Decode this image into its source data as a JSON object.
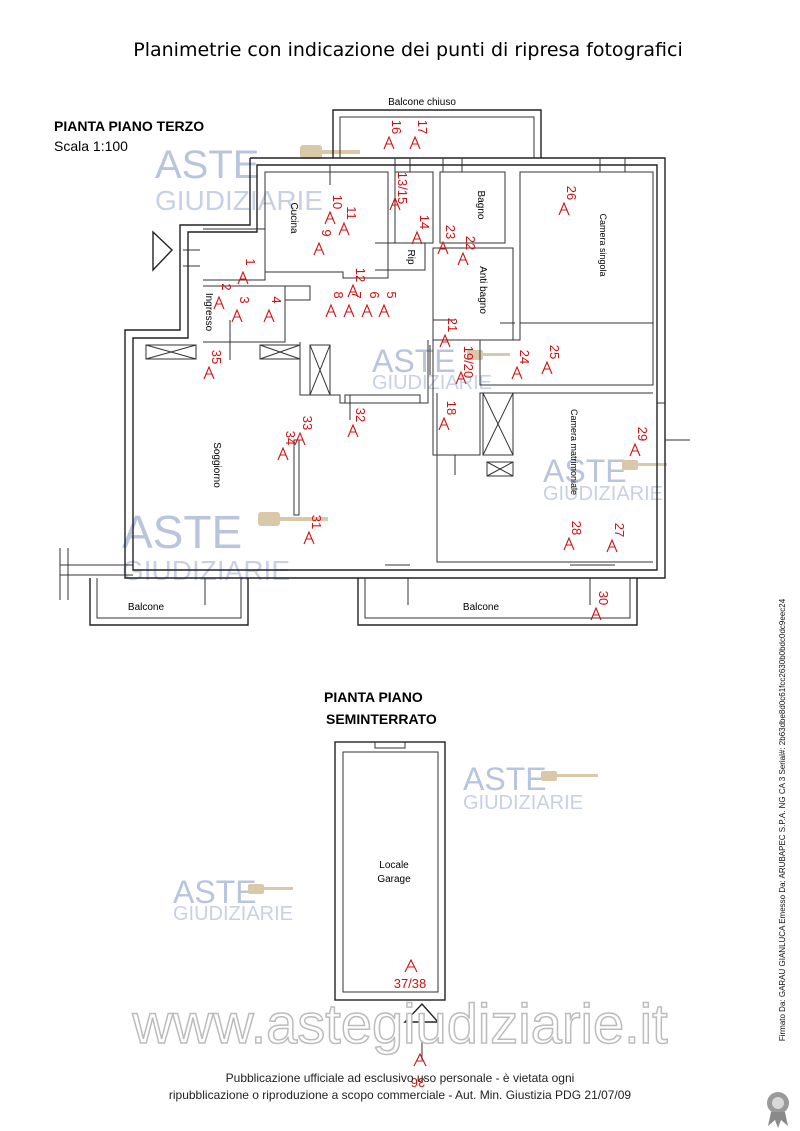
{
  "title": "Planimetrie con indicazione dei punti di ripresa fotografici",
  "third_floor": {
    "heading": "PIANTA PIANO TERZO",
    "scale": "Scala 1:100",
    "rooms": {
      "balcone_chiuso": "Balcone chiuso",
      "cucina": "Cucina",
      "bagno": "Bagno",
      "rip": "Rip",
      "anti_bagno": "Anti bagno",
      "camera_singola": "Camera singola",
      "ingresso": "Ingresso",
      "soggiorno": "Soggiorno",
      "camera_matrimoniale": "Camera matrimoniale",
      "balcone_left": "Balcone",
      "balcone_right": "Balcone"
    },
    "camera_points": [
      "1",
      "2",
      "3",
      "4",
      "5",
      "6",
      "7",
      "8",
      "9",
      "10",
      "11",
      "12",
      "13/15",
      "14",
      "16",
      "17",
      "18",
      "19/20",
      "21",
      "22",
      "23",
      "24",
      "25",
      "26",
      "27",
      "28",
      "29",
      "30",
      "31",
      "32",
      "33",
      "34",
      "35"
    ]
  },
  "basement": {
    "heading_line1": "PIANTA PIANO",
    "heading_line2": "SEMINTERRATO",
    "room_line1": "Locale",
    "room_line2": "Garage",
    "camera_points": [
      "37/38",
      "36"
    ]
  },
  "watermarks": {
    "aste": "ASTE",
    "giudiziarie": "GIUDIZIARIE",
    "site": "www.astegiudiziarie.it"
  },
  "footer": {
    "line1": "Pubblicazione ufficiale ad esclusivo uso personale - è vietata ogni",
    "line2": "ripubblicazione o riproduzione a scopo commerciale - Aut. Min. Giustizia PDG 21/07/09"
  },
  "signature": "Firmato Da: GARAU GIANLUCA Emesso Da: ARUBAPEC S.P.A. NG CA 3 Serial#: 2b63dbe8d0c61fcc2630b0bdc0dc9eec24",
  "colors": {
    "camera_marker": "#d01010",
    "watermark": "#b9c5df",
    "wall": "#222222"
  }
}
